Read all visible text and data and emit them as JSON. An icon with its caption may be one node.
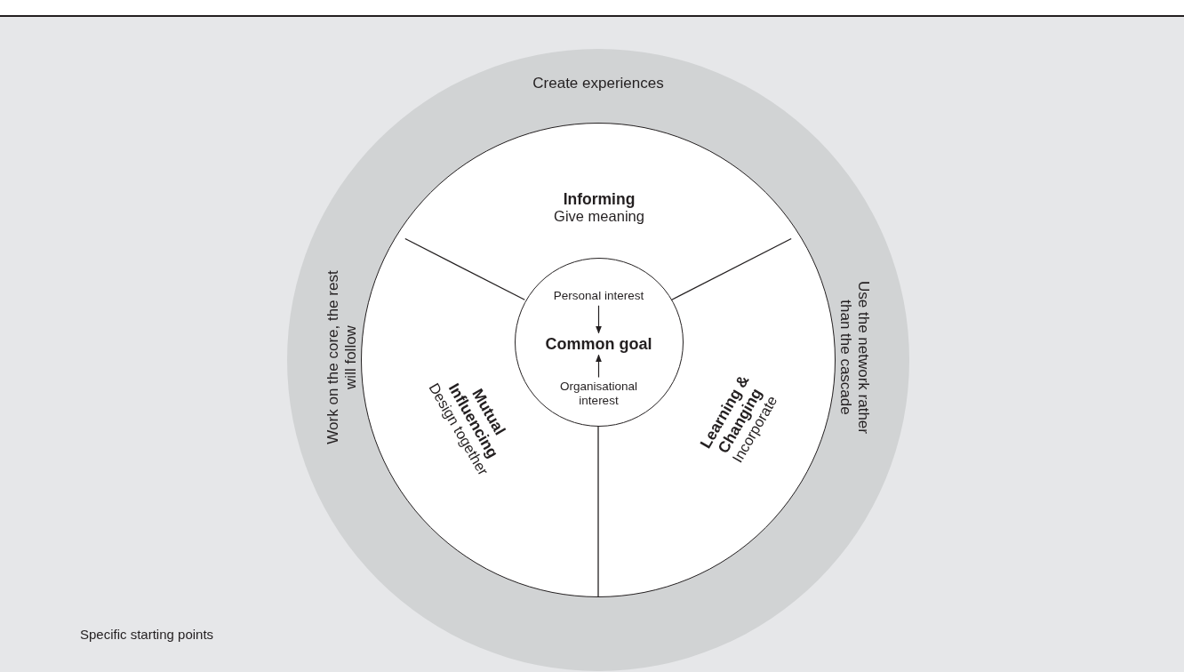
{
  "diagram": {
    "nodes": [
      {
        "text": [
          "Create experiences",
          "Work on the core, the rest will follow",
          "Use the network rather than the cascade"
        ]
      },
      {
        "text": [],
        "shape": "circle",
        "in": 0
      },
      {
        "text": [
          "Informing",
          "Give meaning"
        ],
        "in": 1
      },
      {
        "text": [
          "Mutual Influencing",
          "Design together"
        ],
        "in": 1
      },
      {
        "text": [
          "Learning & Changing",
          "Incorporate"
        ],
        "in": 1
      },
      {
        "text": [],
        "shape": "circle",
        "in": 1
      },
      {
        "text": [
          "Personal interest"
        ],
        "in": 5
      },
      {
        "text": [
          "Common goal"
        ],
        "in": 5
      },
      {
        "text": [
          "Organisational interest"
        ],
        "in": 5
      }
    ],
    "edges": [
      {
        "from": 6,
        "to": 7,
        "arrow": "to"
      },
      {
        "from": 8,
        "to": 7,
        "arrow": "to"
      }
    ],
    "labels": [
      "Specific starting points"
    ]
  }
}
